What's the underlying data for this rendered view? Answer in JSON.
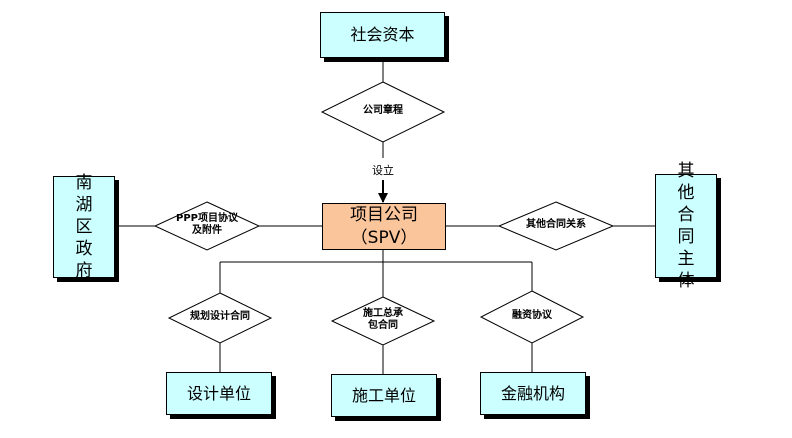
{
  "nodes": {
    "social_capital": "社会资本",
    "spv_line1": "项目公司",
    "spv_line2": "（SPV）",
    "gov": "南湖区政府",
    "other": "其他合同主体",
    "design": "设计单位",
    "construction": "施工单位",
    "finance": "金融机构"
  },
  "relations": {
    "articles": "公司章程",
    "establish": "设立",
    "ppp_line1": "PPP项目协议",
    "ppp_line2": "及附件",
    "other_contracts": "其他合同关系",
    "design_contract": "规划设计合同",
    "epc_line1": "施工总承",
    "epc_line2": "包合同",
    "finance_agreement": "融资协议"
  },
  "colors": {
    "entity_fill": "#ccffff",
    "spv_fill": "#fbc59b",
    "line": "#000000"
  }
}
